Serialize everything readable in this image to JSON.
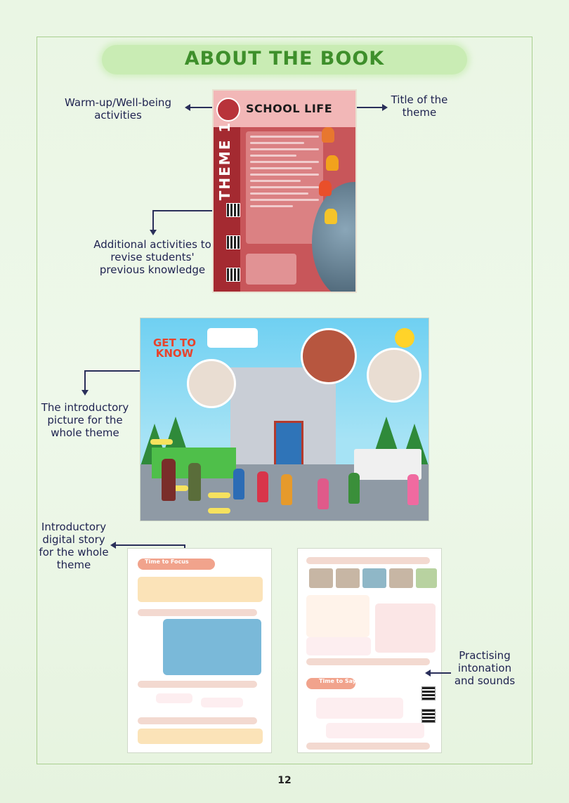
{
  "title": "ABOUT THE BOOK",
  "callouts": {
    "warmup": "Warm-up/Well-being activities",
    "theme_title": "Title of the theme",
    "additional": "Additional activities to revise students' previous knowledge",
    "intro_picture": "The introductory picture for the whole theme",
    "digital_story": "Introductory digital story for the whole theme",
    "intonation": "Practising intonation and sounds"
  },
  "theme_page": {
    "name": "SCHOOL LIFE",
    "label": "THEME 1"
  },
  "spread": {
    "badge_line1": "GET TO",
    "badge_line2": "KNOW"
  },
  "lower_pages": {
    "left_heading": "Time to Focus",
    "right_heading": "Time to Say"
  },
  "page_number": "12",
  "colors": {
    "title_green": "#3e8f2b",
    "pill_green": "#c9ecb4",
    "callout_ink": "#1e2250",
    "theme_red": "#c8565a"
  }
}
